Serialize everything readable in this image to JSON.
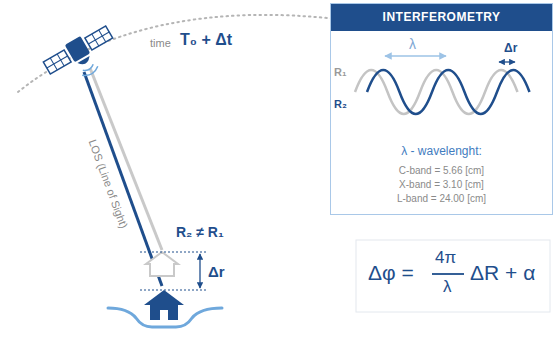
{
  "diagram": {
    "nodes": [
      {
        "text": [
          "INTERFEROMETRY",
          "λ - wavelenght:",
          "C-band = 5.66 [cm]",
          "X-band = 3.10 [cm]",
          "L-band = 24.00 [cm]"
        ]
      }
    ],
    "labels": [
      "time",
      "T₀ + Δt",
      "LOS (Line of Sight)",
      "R₂ ≠ R₁",
      "Δr",
      "R₁",
      "R₂",
      "λ",
      "Δr",
      "Δφ =",
      "4π",
      "λ",
      "ΔR + α"
    ]
  }
}
